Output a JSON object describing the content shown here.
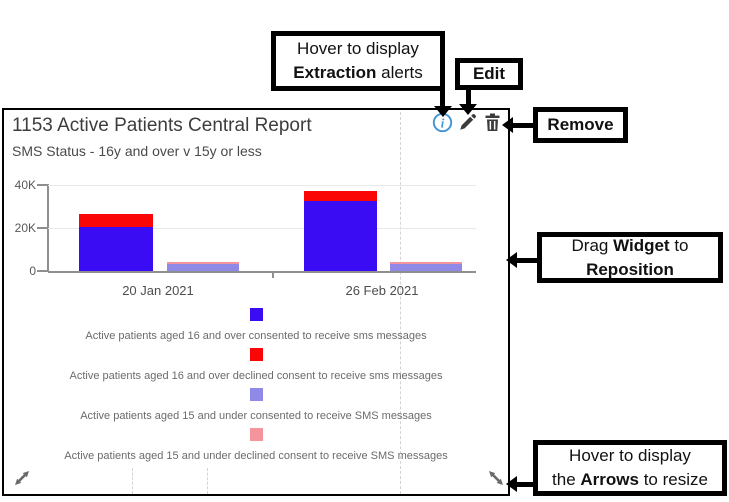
{
  "callouts": {
    "extraction": {
      "line1": "Hover to display",
      "line2_bold": "Extraction",
      "line2_rest": " alerts"
    },
    "edit": {
      "label": "Edit"
    },
    "remove": {
      "label": "Remove"
    },
    "drag": {
      "line1_pre": "Drag ",
      "line1_bold": "Widget",
      "line1_post": " to",
      "line2_bold": "Reposition"
    },
    "resize": {
      "line1": "Hover to display",
      "line2_pre": "the ",
      "line2_bold": "Arrows",
      "line2_post": " to resize"
    }
  },
  "widget": {
    "title": "1153 Active Patients Central Report",
    "subtitle": "SMS Status - 16y and over v 15y or less",
    "toolbar_icons": [
      "info-circle",
      "pencil-edit",
      "trash-remove"
    ],
    "resize_handles": [
      "bottom-left-diagonal-arrow",
      "bottom-right-diagonal-arrow"
    ]
  },
  "colors": {
    "info_icon_blue": "#4094d4",
    "icon_gray": "#3b3b3b",
    "callout_border": "#000000",
    "widget_border": "#000000",
    "dashed_grid": "#d2d2d2"
  },
  "chart_data": {
    "type": "bar",
    "stacked": true,
    "title": "SMS Status - 16y and over v 15y or less",
    "xlabel": "",
    "ylabel": "",
    "categories": [
      "20 Jan 2021",
      "26 Feb 2021"
    ],
    "series": [
      {
        "name": "Active patients aged 16 and over consented to receive sms messages",
        "color": "#3a0cf4",
        "stack": "16-and-over",
        "values": [
          20300,
          32700
        ]
      },
      {
        "name": "Active patients aged 16 and over declined consent to receive sms messages",
        "color": "#fa0606",
        "stack": "16-and-over",
        "values": [
          6100,
          4700
        ]
      },
      {
        "name": "Active patients aged 15 and under consented to receive SMS messages",
        "color": "#9189e8",
        "stack": "15-and-under",
        "values": [
          3100,
          3300
        ]
      },
      {
        "name": "Active patients aged 15 and under declined consent to receive SMS messages",
        "color": "#f4949c",
        "stack": "15-and-under",
        "values": [
          1100,
          1100
        ]
      }
    ],
    "ylim": [
      0,
      40000
    ],
    "ytick_labels": [
      "40K",
      "20K",
      "0"
    ],
    "grid": "horizontal",
    "legend_position": "bottom"
  }
}
